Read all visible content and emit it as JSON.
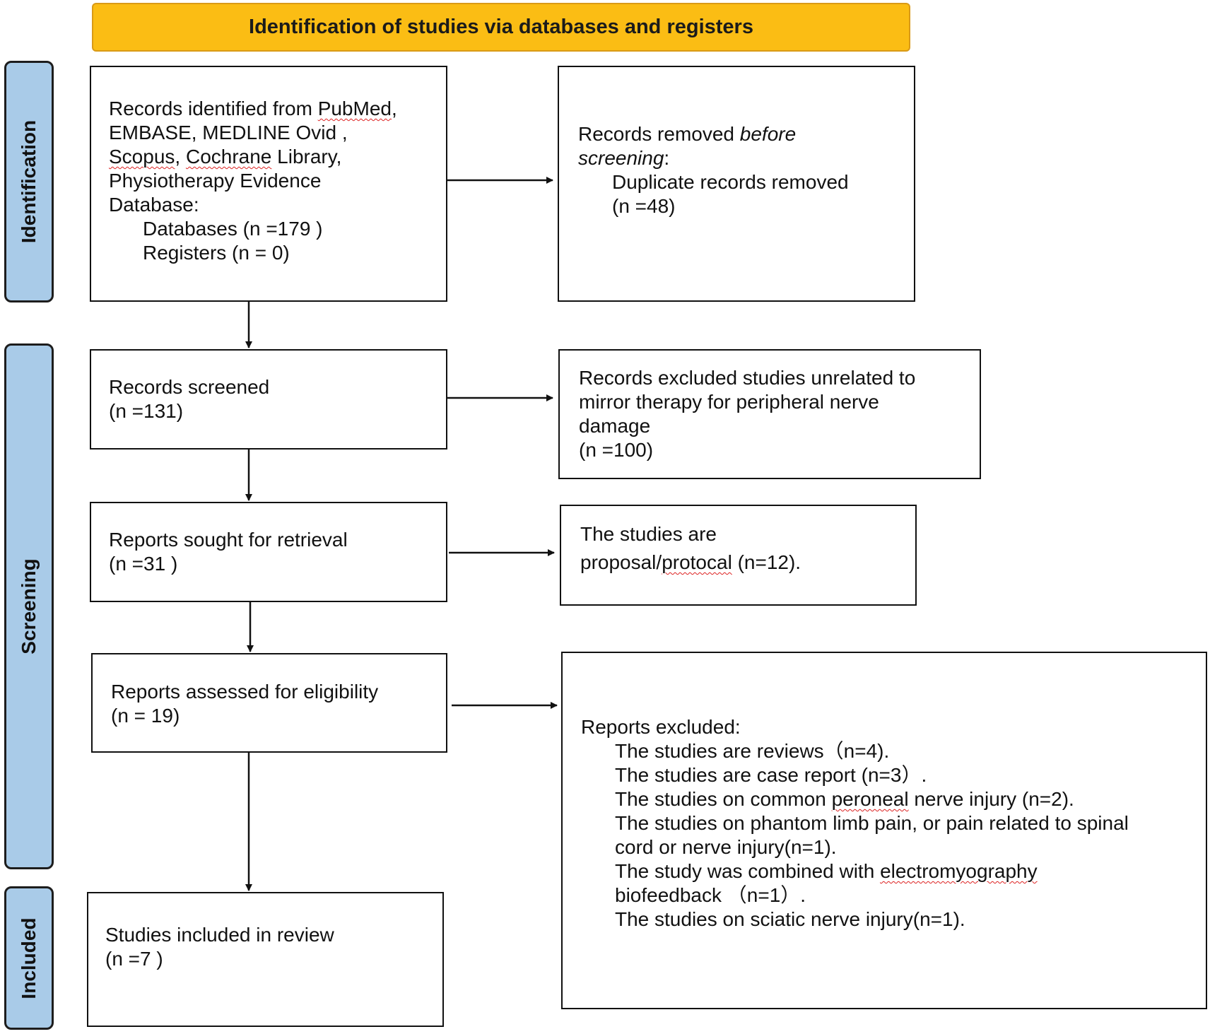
{
  "header": {
    "title": "Identification of studies via databases and registers"
  },
  "stages": {
    "identification": "Identification",
    "screening": "Screening",
    "included": "Included"
  },
  "boxes": {
    "records_identified": {
      "line1_a": "Records identified from ",
      "line1_b": "PubMed",
      "line1_c": ",",
      "line2": "EMBASE, MEDLINE Ovid ,",
      "line3_a": "Scopus",
      "line3_b": ", ",
      "line3_c": "Cochrane",
      "line3_d": " Library,",
      "line4": "Physiotherapy Evidence",
      "line5": "Database:",
      "databases": "Databases (n =179 )",
      "registers": "Registers (n = 0)"
    },
    "records_removed": {
      "line1_a": "Records removed ",
      "line1_b": "before",
      "line2_a": "screening",
      "line2_b": ":",
      "duplicates": "Duplicate records removed",
      "count": "(n =48)"
    },
    "records_screened": {
      "label": "Records screened",
      "count": "(n =131)"
    },
    "records_excluded": {
      "line1": "Records excluded studies unrelated to",
      "line2": "mirror therapy for peripheral nerve",
      "line3": "damage",
      "count": "(n =100)"
    },
    "reports_sought": {
      "label": "Reports sought for retrieval",
      "count": "(n =31 )"
    },
    "proposal": {
      "line1": "The studies are",
      "line2_a": "proposal/",
      "line2_b": "protocal",
      "line2_c": " (n=12)."
    },
    "reports_assessed": {
      "label": "Reports assessed for eligibility",
      "count": "(n = 19)"
    },
    "reports_excluded": {
      "heading": "Reports excluded:",
      "item1": "The studies are reviews（n=4).",
      "item2": "The studies are case report (n=3）.",
      "item3_a": "The studies on common ",
      "item3_b": "peroneal",
      "item3_c": " nerve injury (n=2).",
      "item4_l1": "The studies on phantom limb pain, or pain related to spinal",
      "item4_l2": "cord or nerve injury(n=1).",
      "item5_l1_a": "The study was combined with ",
      "item5_l1_b": "electromyography",
      "item5_l2": "biofeedback  （n=1）.",
      "item6": "The studies on sciatic nerve injury(n=1)."
    },
    "included": {
      "label": "Studies included in review",
      "count": "(n =7 )"
    }
  }
}
